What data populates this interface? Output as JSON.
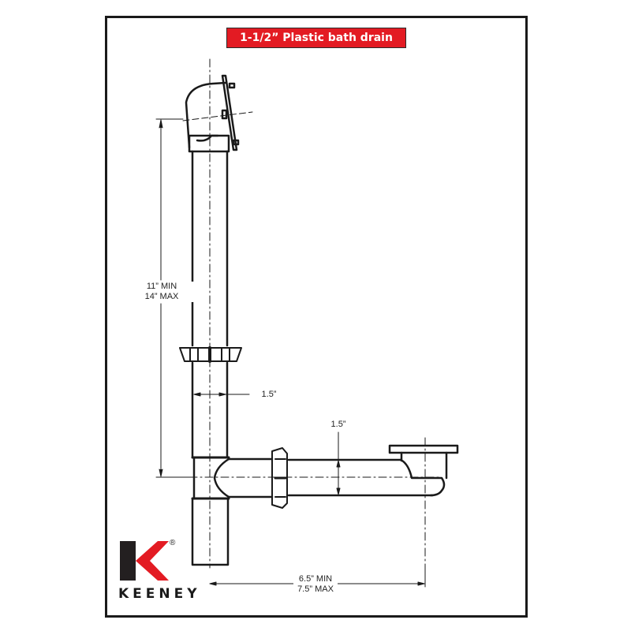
{
  "title": "1-1/2” Plastic bath drain",
  "dimensions": {
    "vertical_height": {
      "min": "11” MIN",
      "max": "14” MAX"
    },
    "pipe_diameter_vertical": "1.5”",
    "pipe_diameter_horizontal": "1.5”",
    "horizontal_length": {
      "min": "6.5” MIN",
      "max": "7.5” MAX"
    }
  },
  "components": [
    "overflow-elbow",
    "overflow-faceplate",
    "vertical-overflow-tube",
    "slip-nut-upper",
    "tee-fitting",
    "slip-nut-horizontal",
    "horizontal-waste-shoe-tube",
    "drain-shoe-flange",
    "tailpiece"
  ],
  "logo": {
    "brand": "KEENEY",
    "registered": "®",
    "colors": {
      "dark": "#231f20",
      "red": "#e31b23"
    }
  },
  "colors": {
    "title_bg": "#e31b23",
    "line": "#1a1a1a"
  }
}
